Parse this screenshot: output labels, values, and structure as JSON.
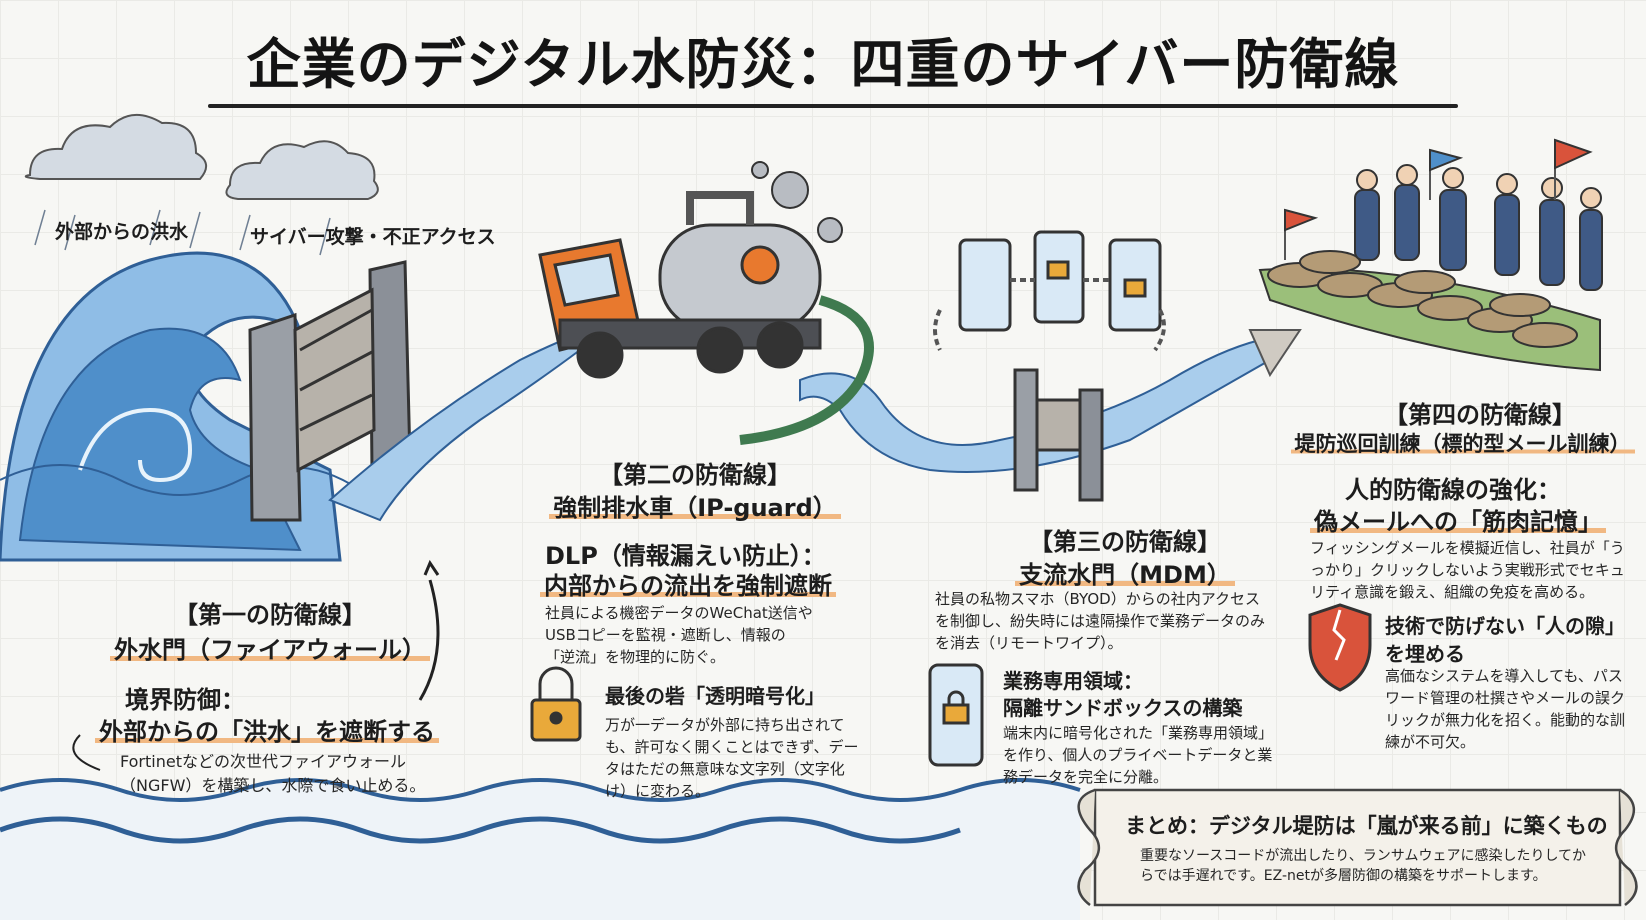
{
  "title": "企業のデジタル水防災：四重のサイバー防衛線",
  "scene_labels": {
    "flood": "外部からの洪水",
    "attack": "サイバー攻撃・不正アクセス"
  },
  "defense1": {
    "tag": "【第一の防衛線】",
    "name": "外水門（ファイアウォール）",
    "point_line1": "境界防御：",
    "point_line2": "外部からの「洪水」を遮断する",
    "desc": "Fortinetなどの次世代ファイアウォール（NGFW）を構築し、水際で食い止める。"
  },
  "defense2": {
    "tag": "【第二の防衛線】",
    "name": "強制排水車（IP-guard）",
    "point_line1": "DLP（情報漏えい防止）：",
    "point_line2": "内部からの流出を強制遮断",
    "desc": "社員による機密データのWeChat送信やUSBコピーを監視・遮断し、情報の「逆流」を物理的に防ぐ。",
    "sub_title": "最後の砦「透明暗号化」",
    "sub_desc": "万が一データが外部に持ち出されても、許可なく開くことはできず、データはただの無意味な文字列（文字化け）に変わる。"
  },
  "defense3": {
    "tag": "【第三の防衛線】",
    "name": "支流水門（MDM）",
    "desc": "社員の私物スマホ（BYOD）からの社内アクセスを制御し、紛失時には遠隔操作で業務データのみを消去（リモートワイプ）。",
    "sub_title_line1": "業務専用領域：",
    "sub_title_line2": "隔離サンドボックスの構築",
    "sub_desc": "端末内に暗号化された「業務専用領域」を作り、個人のプライベートデータと業務データを完全に分離。"
  },
  "defense4": {
    "tag": "【第四の防衛線】",
    "name": "堤防巡回訓練（標的型メール訓練）",
    "point_line1": "人的防衛線の強化：",
    "point_line2": "偽メールへの「筋肉記憶」",
    "desc": "フィッシングメールを模擬近信し、社員が「うっかり」クリックしないよう実戦形式でセキュリティ意識を鍛え、組織の免疫を高める。",
    "sub_title_line1": "技術で防げない「人の隙」",
    "sub_title_line2": "を埋める",
    "sub_desc": "高価なシステムを導入しても、パスワード管理の杜撰さやメールの誤クリックが無力化を招く。能動的な訓練が不可欠。"
  },
  "summary": {
    "title": "まとめ：デジタル堤防は「嵐が来る前」に築くもの",
    "desc": "重要なソースコードが流出したり、ランサムウェアに感染したりしてからでは手遅れです。EZ-netが多層防御の構築をサポートします。"
  },
  "colors": {
    "water": "#4f8fca",
    "water_light": "#a9cdec",
    "truck": "#e8792e",
    "lock": "#e9a93a",
    "shield": "#d9533b",
    "highlight": "#f1b882"
  }
}
